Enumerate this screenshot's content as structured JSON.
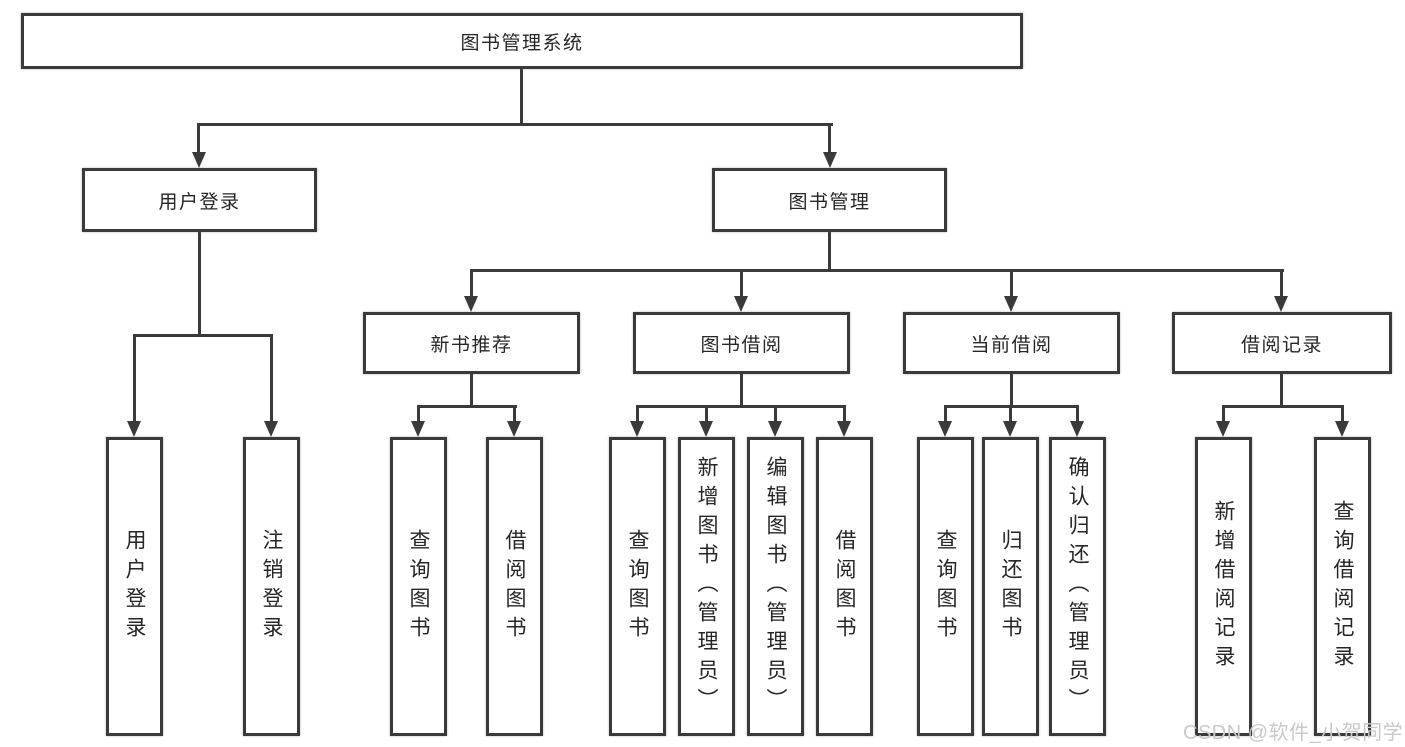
{
  "diagram": {
    "root": {
      "label": "图书管理系统",
      "children": [
        {
          "label": "用户登录",
          "children": [
            {
              "label": "用户登录"
            },
            {
              "label": "注销登录"
            }
          ]
        },
        {
          "label": "图书管理",
          "children": [
            {
              "label": "新书推荐",
              "children": [
                {
                  "label": "查询图书"
                },
                {
                  "label": "借阅图书"
                }
              ]
            },
            {
              "label": "图书借阅",
              "children": [
                {
                  "label": "查询图书"
                },
                {
                  "label": "新增图书（管理员）"
                },
                {
                  "label": "编辑图书（管理员）"
                },
                {
                  "label": "借阅图书"
                }
              ]
            },
            {
              "label": "当前借阅",
              "children": [
                {
                  "label": "查询图书"
                },
                {
                  "label": "归还图书"
                },
                {
                  "label": "确认归还（管理员）"
                }
              ]
            },
            {
              "label": "借阅记录",
              "children": [
                {
                  "label": "新增借阅记录"
                },
                {
                  "label": "查询借阅记录"
                }
              ]
            }
          ]
        }
      ]
    }
  },
  "watermark": {
    "text": "CSDN @软件_小贺同学"
  },
  "colors": {
    "line": "#3a3a3a",
    "text": "#262626",
    "background": "#ffffff",
    "watermark": "#c9c9c9"
  }
}
